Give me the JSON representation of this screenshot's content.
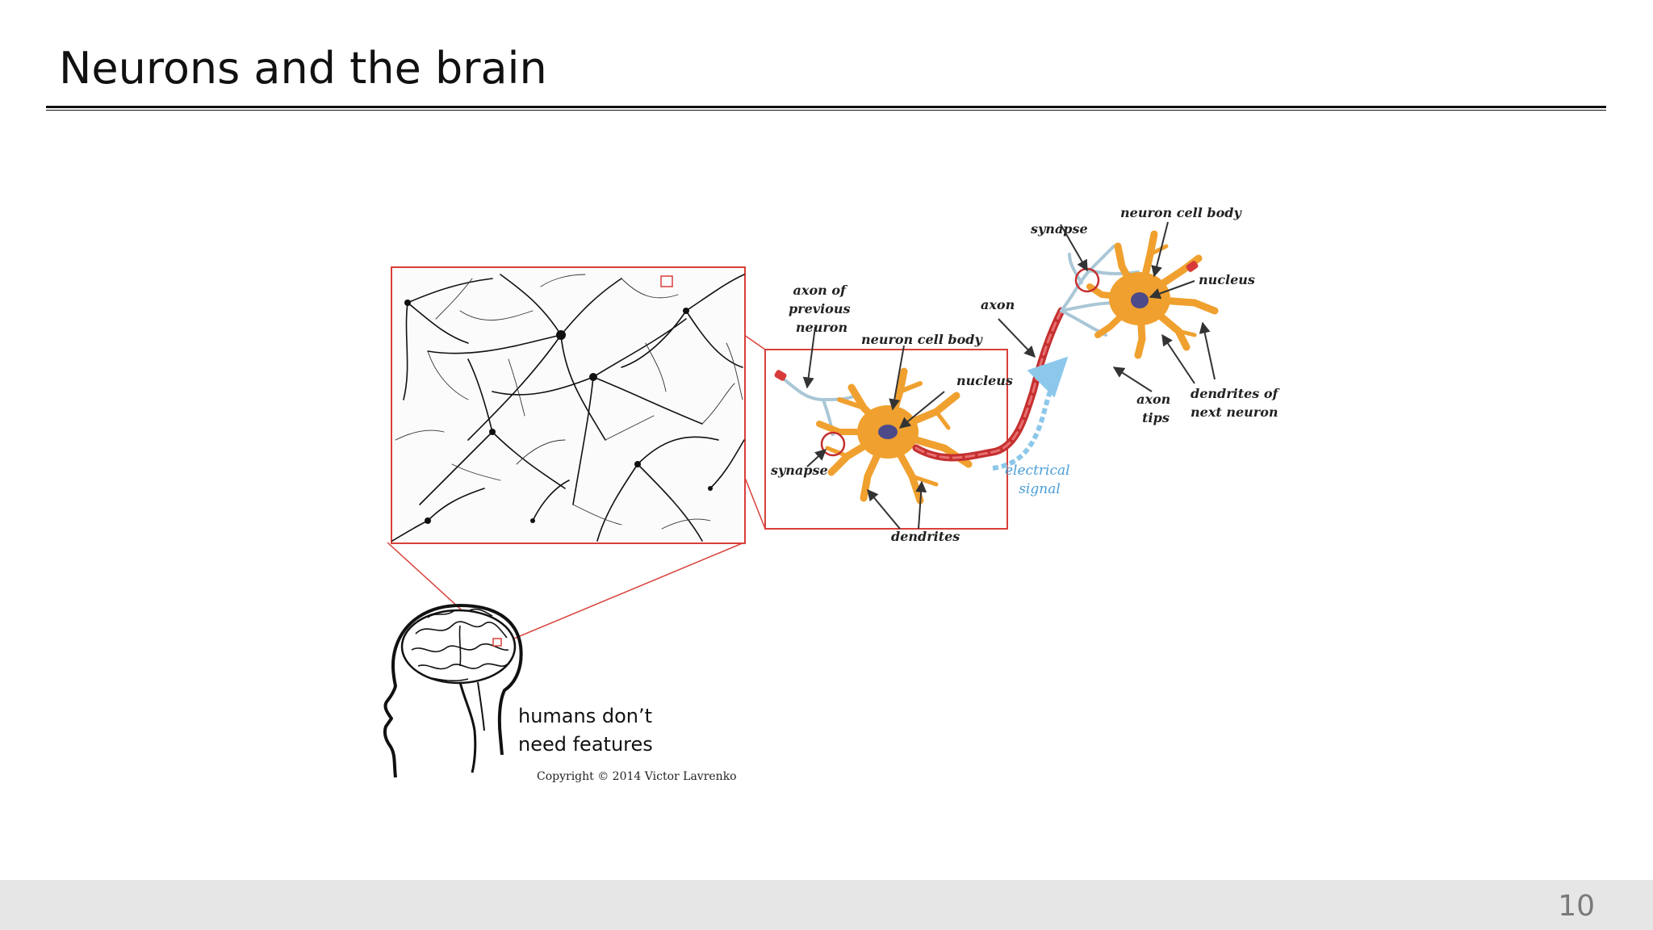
{
  "slide": {
    "title": "Neurons and the brain",
    "page_number": "10"
  },
  "figure": {
    "labels": {
      "axon_previous": [
        "axon of",
        "previous",
        "neuron"
      ],
      "cell_body_1": "neuron cell body",
      "nucleus_1": "nucleus",
      "synapse_1": "synapse",
      "dendrites": "dendrites",
      "axon": "axon",
      "electrical_signal": [
        "electrical",
        "signal"
      ],
      "synapse_2": "synapse",
      "cell_body_2": "neuron cell body",
      "nucleus_2": "nucleus",
      "axon_tips": [
        "axon",
        "tips"
      ],
      "dendrites_next": [
        "dendrites of",
        "next neuron"
      ]
    },
    "caption": [
      "humans don’t",
      "need features"
    ],
    "copyright": "Copyright © 2014 Victor Lavrenko",
    "colors": {
      "frame": "#d9403a",
      "neuron_body": "#f0a02e",
      "nucleus": "#4d4a8a",
      "axon": "#c53030",
      "signal": "#8cc8ea"
    }
  }
}
